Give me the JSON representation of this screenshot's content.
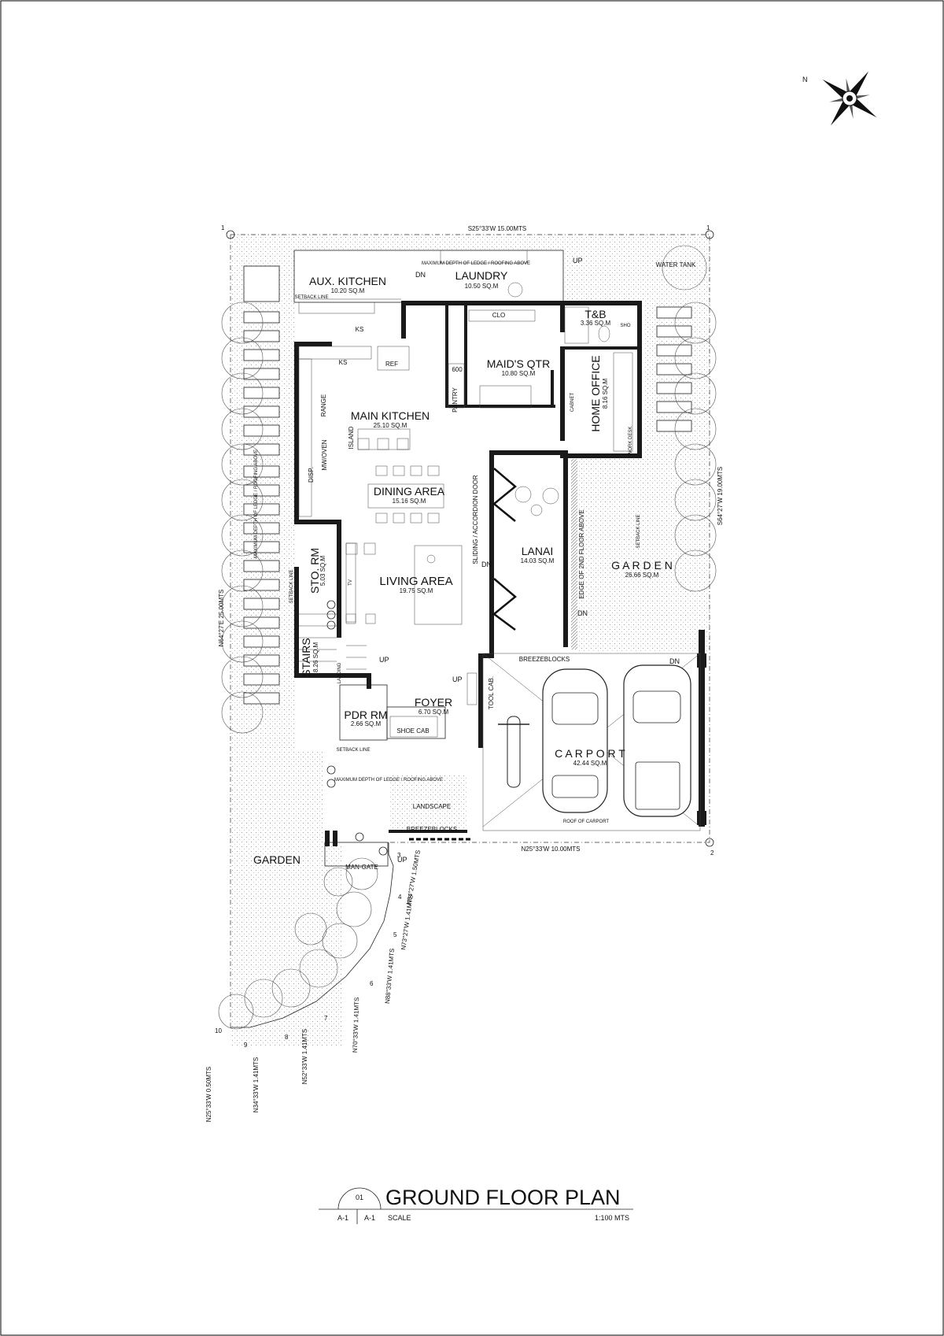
{
  "sheet": {
    "title": "GROUND FLOOR PLAN",
    "drawing_no": "01",
    "sheet_ref_a": "A-1",
    "sheet_ref_b": "A-1",
    "scale_label": "SCALE",
    "scale_value": "1:100 MTS"
  },
  "compass": {
    "north_label": "N"
  },
  "boundaries": {
    "top": "S25°33'W 15.00MTS",
    "left": "N64°27'E 25.00MTS",
    "right": "S64°27'W 19.00MTS",
    "bottom": "N25°33'W 10.00MTS",
    "curve": [
      "N64°27'W 1.50MTS",
      "N73°27'W 1.41MTS",
      "N88°33'W 1.41MTS",
      "N70°33'W 1.41MTS",
      "N52°33'W 1.41MTS",
      "N34°33'W 1.41MTS",
      "N25°33'W 0.50MTS"
    ],
    "corners": [
      "1",
      "1",
      "2",
      "3",
      "4",
      "5",
      "6",
      "7",
      "8",
      "9",
      "10"
    ]
  },
  "rooms": {
    "aux_kitchen": {
      "name": "AUX. KITCHEN",
      "area": "10.20 SQ.M"
    },
    "laundry": {
      "name": "LAUNDRY",
      "area": "10.50 SQ.M"
    },
    "tb": {
      "name": "T&B",
      "area": "3.36 SQ.M"
    },
    "maids_qtr": {
      "name": "MAID'S QTR",
      "area": "10.80 SQ.M"
    },
    "home_office": {
      "name": "HOME OFFICE",
      "area": "8.16 SQ.M"
    },
    "main_kitchen": {
      "name": "MAIN KITCHEN",
      "area": "25.10 SQ.M"
    },
    "dining": {
      "name": "DINING AREA",
      "area": "15.16 SQ.M"
    },
    "living": {
      "name": "LIVING AREA",
      "area": "19.75 SQ.M"
    },
    "lanai": {
      "name": "LANAI",
      "area": "14.03 SQ.M"
    },
    "garden_r": {
      "name": "G A R D E N",
      "area": "26.66 SQ.M"
    },
    "sto_rm": {
      "name": "STO. RM",
      "area": "5.03 SQ.M"
    },
    "stairs": {
      "name": "STAIRS",
      "area": "8.26 SQ.M"
    },
    "pdr_rm": {
      "name": "PDR RM",
      "area": "2.66 SQ.M"
    },
    "foyer": {
      "name": "FOYER",
      "area": "6.70 SQ.M"
    },
    "carport": {
      "name": "C A R P O R T",
      "area": "42.44 SQ.M"
    },
    "garden_l": {
      "name": "GARDEN"
    }
  },
  "notes": {
    "ledge_top": "MAXIMUM DEPTH OF LEDGE / ROOFING ABOVE",
    "ledge_left": "MAXIMUM DEPTH OF LEDGE / ROOFING ABOVE",
    "ledge_front": "MAXIMUM DEPTH OF LEDGE / ROOFING ABOVE",
    "setback_top": "SETBACK LINE",
    "setback_left": "SETBACK LINE",
    "setback_right": "SETBACK LINE",
    "setback_front": "SETBACK LINE",
    "water_tank": "WATER TANK",
    "clo": "CLO",
    "ks1": "KS",
    "ks2": "KS",
    "ref": "REF",
    "range": "RANGE",
    "island": "ISLAND",
    "mw_oven": "MW/OVEN",
    "disp": "DISP.",
    "pantry": "PANTRY",
    "six_hundred": "600",
    "cabinet": "CABNET",
    "sho": "SHO",
    "work_desk": "WORK DESK",
    "sliding_door": "SLIDING / ACCORDION DOOR",
    "edge_2nd_floor": "EDGE OF 2ND FLOOR ABOVE",
    "breezeblocks_1": "BREEZEBLOCKS",
    "breezeblocks_2": "BREEZEBLOCKS",
    "tool_cab": "TOOL CAB.",
    "shoe_cab": "SHOE CAB",
    "landing": "LANDING",
    "landscape": "LANDSCAPE",
    "roof_carport": "ROOF OF CARPORT",
    "man_gate": "MAN-GATE",
    "tv": "TV",
    "up": "UP",
    "dn": "DN"
  }
}
